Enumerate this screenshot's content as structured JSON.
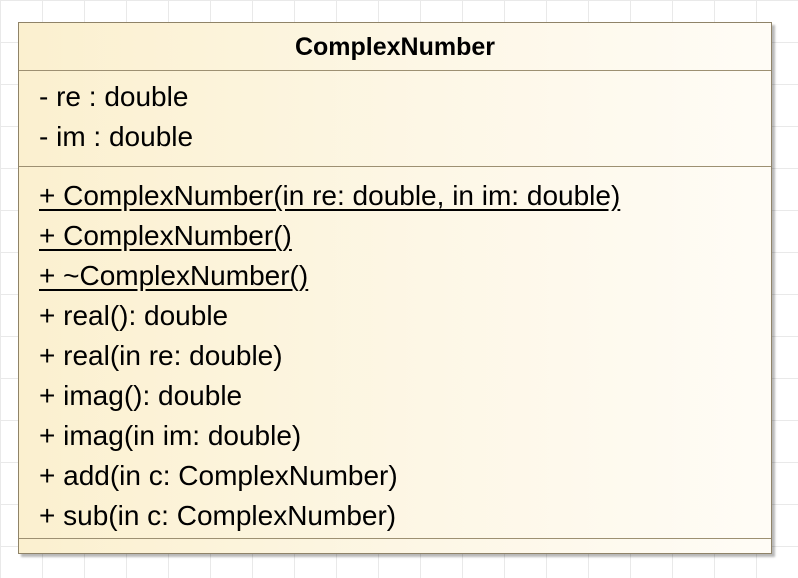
{
  "class": {
    "name": "ComplexNumber",
    "attributes": [
      "- re : double",
      "- im : double"
    ],
    "operations": [
      {
        "text": "+ ComplexNumber(in re: double, in im: double)",
        "static": true
      },
      {
        "text": "+ ComplexNumber()",
        "static": true
      },
      {
        "text": "+ ~ComplexNumber()",
        "static": true
      },
      {
        "text": "+ real(): double",
        "static": false
      },
      {
        "text": "+ real(in re: double)",
        "static": false
      },
      {
        "text": "+ imag(): double",
        "static": false
      },
      {
        "text": "+ imag(in im: double)",
        "static": false
      },
      {
        "text": "+ add(in c: ComplexNumber)",
        "static": false
      },
      {
        "text": "+ sub(in c: ComplexNumber)",
        "static": false
      }
    ]
  },
  "colors": {
    "fill_left": "#fbf0cf",
    "fill_right": "#fffcf6",
    "border": "#8f8368",
    "text": "#000000"
  }
}
